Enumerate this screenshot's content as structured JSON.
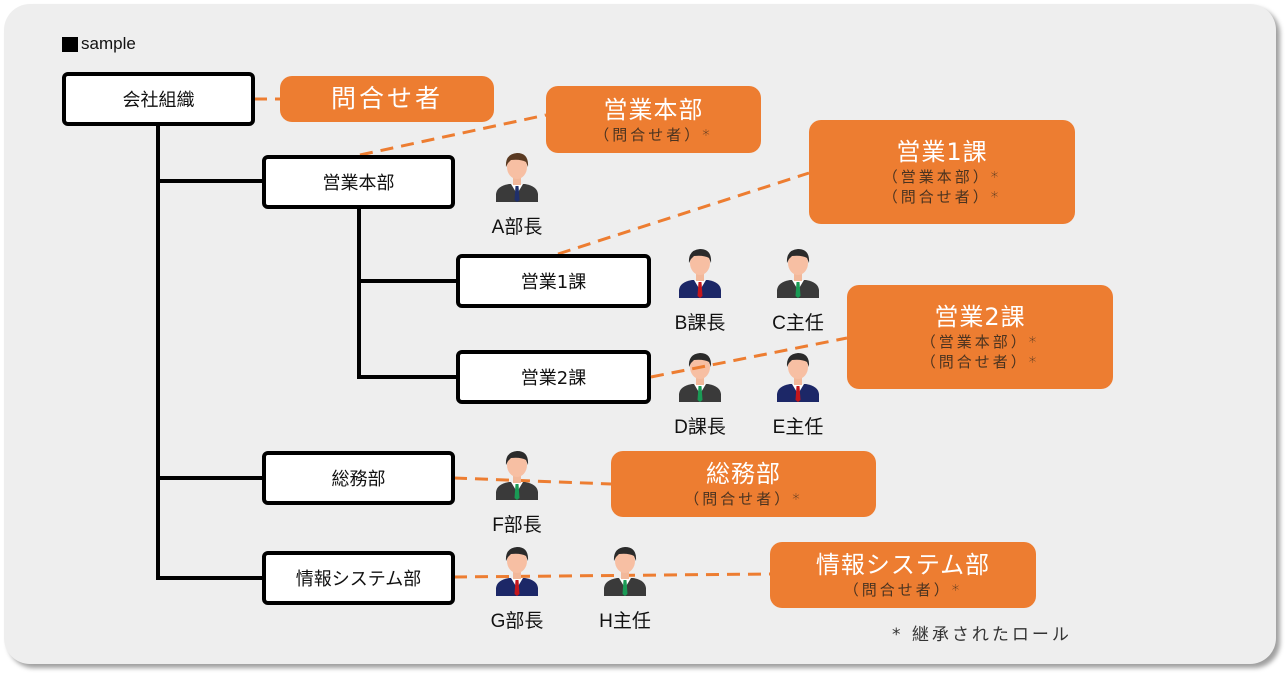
{
  "caption": "sample",
  "org": {
    "root": "会社組織",
    "eigyo_honbu": "営業本部",
    "eigyo1": "営業1課",
    "eigyo2": "営業2課",
    "somu": "総務部",
    "joho": "情報システム部"
  },
  "roles": {
    "root": {
      "title": "問合せ者"
    },
    "eigyo_honbu": {
      "title": "営業本部",
      "inherited": [
        "（問合せ者）*"
      ]
    },
    "eigyo1": {
      "title": "営業1課",
      "inherited": [
        "（営業本部）*",
        "（問合せ者）*"
      ]
    },
    "eigyo2": {
      "title": "営業2課",
      "inherited": [
        "（営業本部）*",
        "（問合せ者）*"
      ]
    },
    "somu": {
      "title": "総務部",
      "inherited": [
        "（問合せ者）*"
      ]
    },
    "joho": {
      "title": "情報システム部",
      "inherited": [
        "（問合せ者）*"
      ]
    }
  },
  "people": [
    {
      "label": "A部長",
      "icon": "person-icon",
      "suit": "#3a3a3a",
      "tie": "#1f2f6b",
      "hair": "#5a3a22"
    },
    {
      "label": "B課長",
      "icon": "person-icon",
      "suit": "#1c2767",
      "tie": "#c4161c",
      "hair": "#2b2b2b"
    },
    {
      "label": "C主任",
      "icon": "person-icon",
      "suit": "#3a3a3a",
      "tie": "#1a9a55",
      "hair": "#2b2b2b"
    },
    {
      "label": "D課長",
      "icon": "person-icon",
      "suit": "#3a3a3a",
      "tie": "#1a9a55",
      "hair": "#2b2b2b"
    },
    {
      "label": "E主任",
      "icon": "person-icon",
      "suit": "#1c2767",
      "tie": "#c4161c",
      "hair": "#2b2b2b"
    },
    {
      "label": "F部長",
      "icon": "person-icon",
      "suit": "#3a3a3a",
      "tie": "#1a9a55",
      "hair": "#2b2b2b"
    },
    {
      "label": "G部長",
      "icon": "person-icon",
      "suit": "#1c2767",
      "tie": "#c4161c",
      "hair": "#2b2b2b"
    },
    {
      "label": "H主任",
      "icon": "person-icon",
      "suit": "#3a3a3a",
      "tie": "#1a9a55",
      "hair": "#2b2b2b"
    }
  ],
  "note": "* 継承されたロール",
  "colors": {
    "role": "#ed7d31",
    "frame": "#eeeeee",
    "line": "#000000",
    "dash": "#ed7d31"
  }
}
